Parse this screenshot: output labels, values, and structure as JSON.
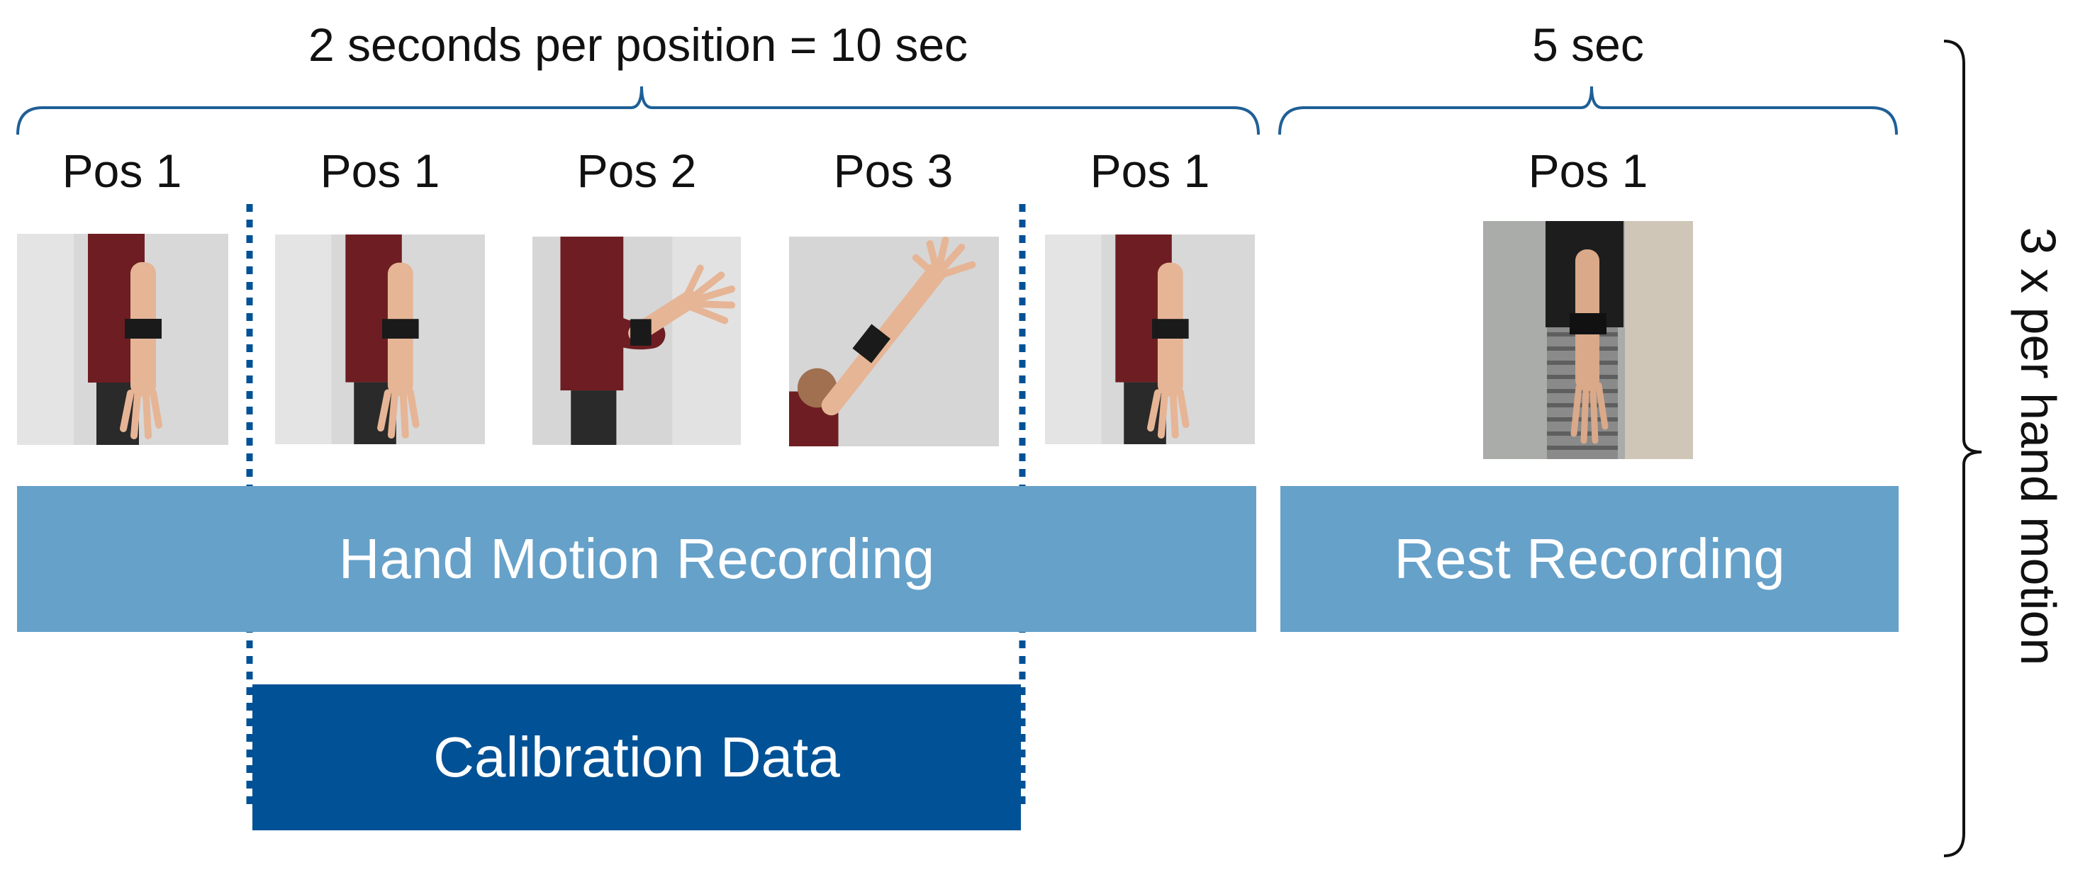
{
  "colors": {
    "recording_bar": "#66a1c9",
    "calibration_bar": "#005195",
    "dotted_line": "#005195",
    "brace_blue": "#1f5f97",
    "brace_black": "#111111",
    "wall": "#d9d9d9",
    "shirt": "#6e1e22",
    "skin": "#e6b596",
    "band": "#1a1a1a"
  },
  "top": {
    "motion_duration": "2 seconds per position = 10 sec",
    "rest_duration": "5 sec"
  },
  "positions": [
    {
      "label": "Pos 1",
      "pose": "arm-down"
    },
    {
      "label": "Pos 1",
      "pose": "arm-down"
    },
    {
      "label": "Pos 2",
      "pose": "arm-forward"
    },
    {
      "label": "Pos 3",
      "pose": "arm-up"
    },
    {
      "label": "Pos 1",
      "pose": "arm-down"
    }
  ],
  "rest_position": {
    "label": "Pos 1",
    "pose": "rest-side"
  },
  "bars": {
    "hand_motion": "Hand Motion Recording",
    "rest": "Rest Recording",
    "calibration": "Calibration Data"
  },
  "side": {
    "repeat": "3 x per hand motion"
  }
}
